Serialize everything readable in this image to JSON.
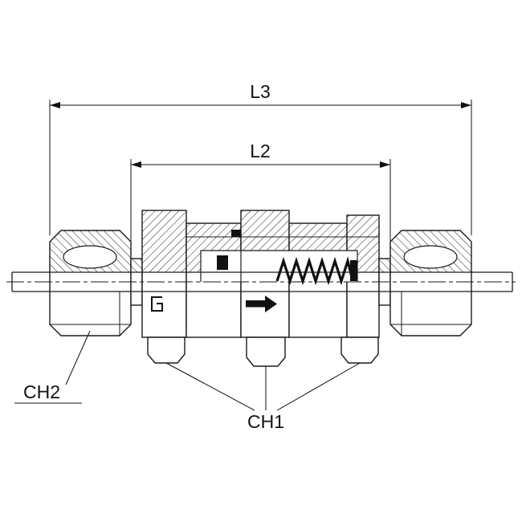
{
  "drawing": {
    "labels": {
      "l3": "L3",
      "l2": "L2",
      "ch1": "CH1",
      "ch2": "CH2"
    },
    "colors": {
      "line": "#1a1a1a",
      "background": "#ffffff"
    },
    "symbols": {
      "flow_arrow": "→",
      "centerline_style": "dash-dot"
    }
  }
}
